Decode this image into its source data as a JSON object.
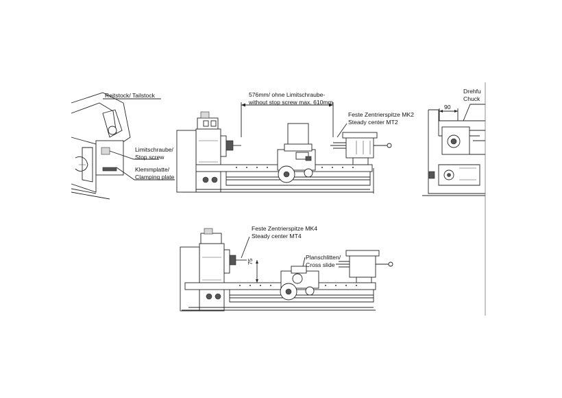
{
  "labels": {
    "tailstock": "Reitstock/ Tailstock",
    "stop_screw_de": "Limitschraube/",
    "stop_screw_en": "Stop screw",
    "clamping_plate_de": "Klemmplatte/",
    "clamping_plate_en": "Clamping plate",
    "distance_de": "576mm/ ohne Limitschraube-",
    "distance_en": "without stop screw max. 610mm",
    "steady_mk2_de": "Feste Zentrierspitze MK2",
    "steady_mk2_en": "Steady center MT2",
    "chuck_de": "Drehfu",
    "chuck_en": "Chuck",
    "dim_90": "90",
    "steady_mk4_de": "Feste Zentrierspitze MK4",
    "steady_mk4_en": "Steady center MT4",
    "dim_75": "75",
    "cross_slide_de": "Planschlitten/",
    "cross_slide_en": "Cross slide"
  }
}
